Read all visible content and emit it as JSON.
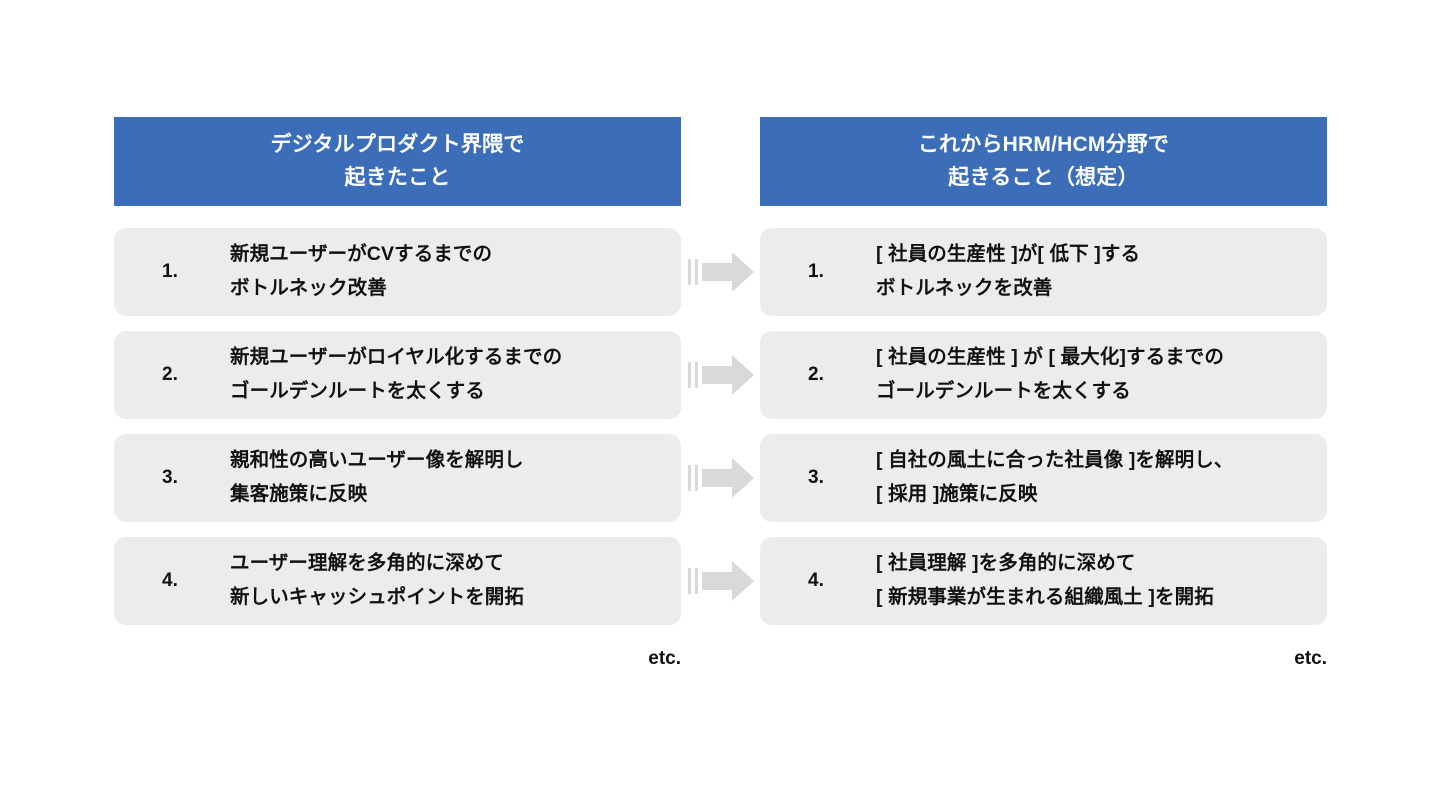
{
  "theme": {
    "accent_blue": "#3b6db8",
    "card_bg": "#ececec",
    "arrow_gray": "#d9d9d9",
    "text_color": "#111111",
    "page_bg": "#ffffff"
  },
  "columns": {
    "left": {
      "header_line1": "デジタルプロダクト界隈で",
      "header_line2": "起きたこと",
      "etc_label": "etc.",
      "items": [
        {
          "num": "1.",
          "text": "新規ユーザーがCVするまでの\nボトルネック改善"
        },
        {
          "num": "2.",
          "text": "新規ユーザーがロイヤル化するまでの\nゴールデンルートを太くする"
        },
        {
          "num": "3.",
          "text": "親和性の高いユーザー像を解明し\n集客施策に反映"
        },
        {
          "num": "4.",
          "text": "ユーザー理解を多角的に深めて\n新しいキャッシュポイントを開拓"
        }
      ]
    },
    "right": {
      "header_line1": "これからHRM/HCM分野で",
      "header_line2": "起きること（想定）",
      "etc_label": "etc.",
      "items": [
        {
          "num": "1.",
          "text": "[ 社員の生産性 ]が[ 低下 ]する\nボトルネックを改善"
        },
        {
          "num": "2.",
          "text": "[ 社員の生産性 ] が [ 最大化]するまでの\nゴールデンルートを太くする"
        },
        {
          "num": "3.",
          "text": "[ 自社の風土に合った社員像 ]を解明し、\n[ 採用 ]施策に反映"
        },
        {
          "num": "4.",
          "text": "[ 社員理解 ]を多角的に深めて\n[ 新規事業が生まれる組織風土 ]を開拓"
        }
      ]
    }
  },
  "arrows": {
    "icon_name": "right-block-arrow-icon",
    "count": 4
  }
}
